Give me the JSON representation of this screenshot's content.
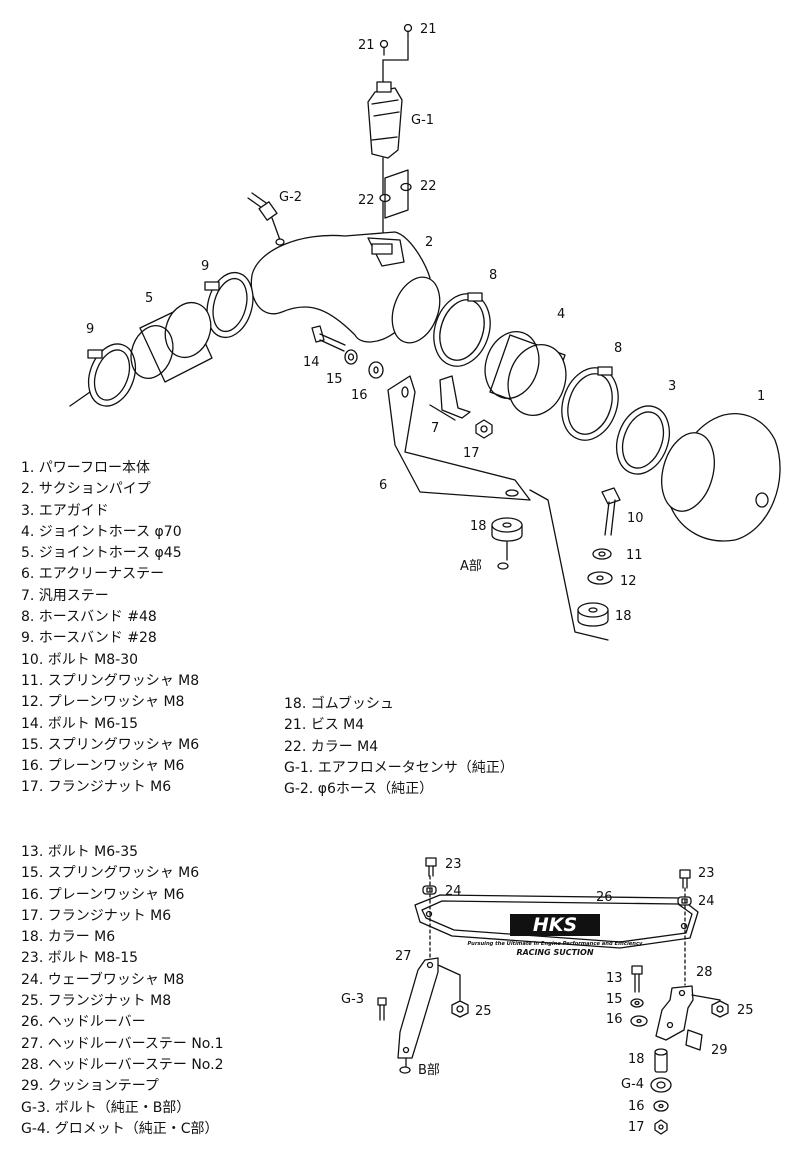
{
  "callouts": {
    "n1": "1",
    "n2": "2",
    "n3": "3",
    "n4": "4",
    "n5": "5",
    "n6": "6",
    "n7": "7",
    "n8a": "8",
    "n8b": "8",
    "n9a": "9",
    "n9b": "9",
    "n10": "10",
    "n11": "11",
    "n12": "12",
    "n14": "14",
    "n15": "15",
    "n16": "16",
    "n17": "17",
    "n18a": "18",
    "n18b": "18",
    "n21a": "21",
    "n21b": "21",
    "n22a": "22",
    "n22b": "22",
    "g1": "G-1",
    "g2": "G-2",
    "a_part": "A部",
    "n23a": "23",
    "n23b": "23",
    "n24a": "24",
    "n24b": "24",
    "n25a": "25",
    "n25b": "25",
    "n26": "26",
    "n27": "27",
    "n28": "28",
    "n29": "29",
    "n13": "13",
    "n15b": "15",
    "n16b": "16",
    "n16c": "16",
    "n17b": "17",
    "n18c": "18",
    "g3": "G-3",
    "g4": "G-4",
    "b_part": "B部"
  },
  "logo": {
    "brand": "HKS",
    "tagline": "Pursuing the Ultimate in Engine Performance and Efficiency",
    "product": "RACING SUCTION"
  },
  "parts_main": [
    " 1. パワーフロー本体",
    " 2. サクションパイプ",
    " 3. エアガイド",
    " 4. ジョイントホース φ70",
    " 5. ジョイントホース φ45",
    " 6. エアクリーナステー",
    " 7. 汎用ステー",
    " 8. ホースバンド #48",
    " 9. ホースバンド #28",
    "10. ボルト M8-30",
    "11. スプリングワッシャ M8",
    "12. プレーンワッシャ M8",
    "14. ボルト M6-15",
    "15. スプリングワッシャ M6",
    "16. プレーンワッシャ M6",
    "17. フランジナット M6"
  ],
  "parts_right": [
    "18. ゴムブッシュ",
    "21. ビス M4",
    "22. カラー M4",
    "G-1. エアフロメータセンサ（純正）",
    "G-2. φ6ホース（純正）"
  ],
  "parts_head": [
    "13. ボルト M6-35",
    "15. スプリングワッシャ M6",
    "16. プレーンワッシャ M6",
    "17. フランジナット M6",
    "18. カラー M6",
    "23. ボルト M8-15",
    "24. ウェーブワッシャ M8",
    "25. フランジナット M8",
    "26. ヘッドルーバー",
    "27. ヘッドルーバーステー No.1",
    "28. ヘッドルーバーステー No.2",
    "29. クッションテープ",
    "G-3. ボルト（純正・B部）",
    "G-4. グロメット（純正・C部）"
  ]
}
